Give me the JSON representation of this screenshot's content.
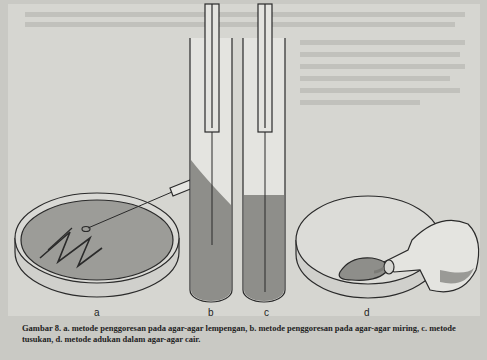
{
  "diagram": {
    "caption": "Gambar 8. a. metode penggoresan pada agar-agar lempengan, b. metode penggoresan pada agar-agar miring, c. metode tusukan, d. metode adukan dalam agar-agar cair.",
    "labels": [
      "a",
      "b",
      "c",
      "d"
    ]
  }
}
